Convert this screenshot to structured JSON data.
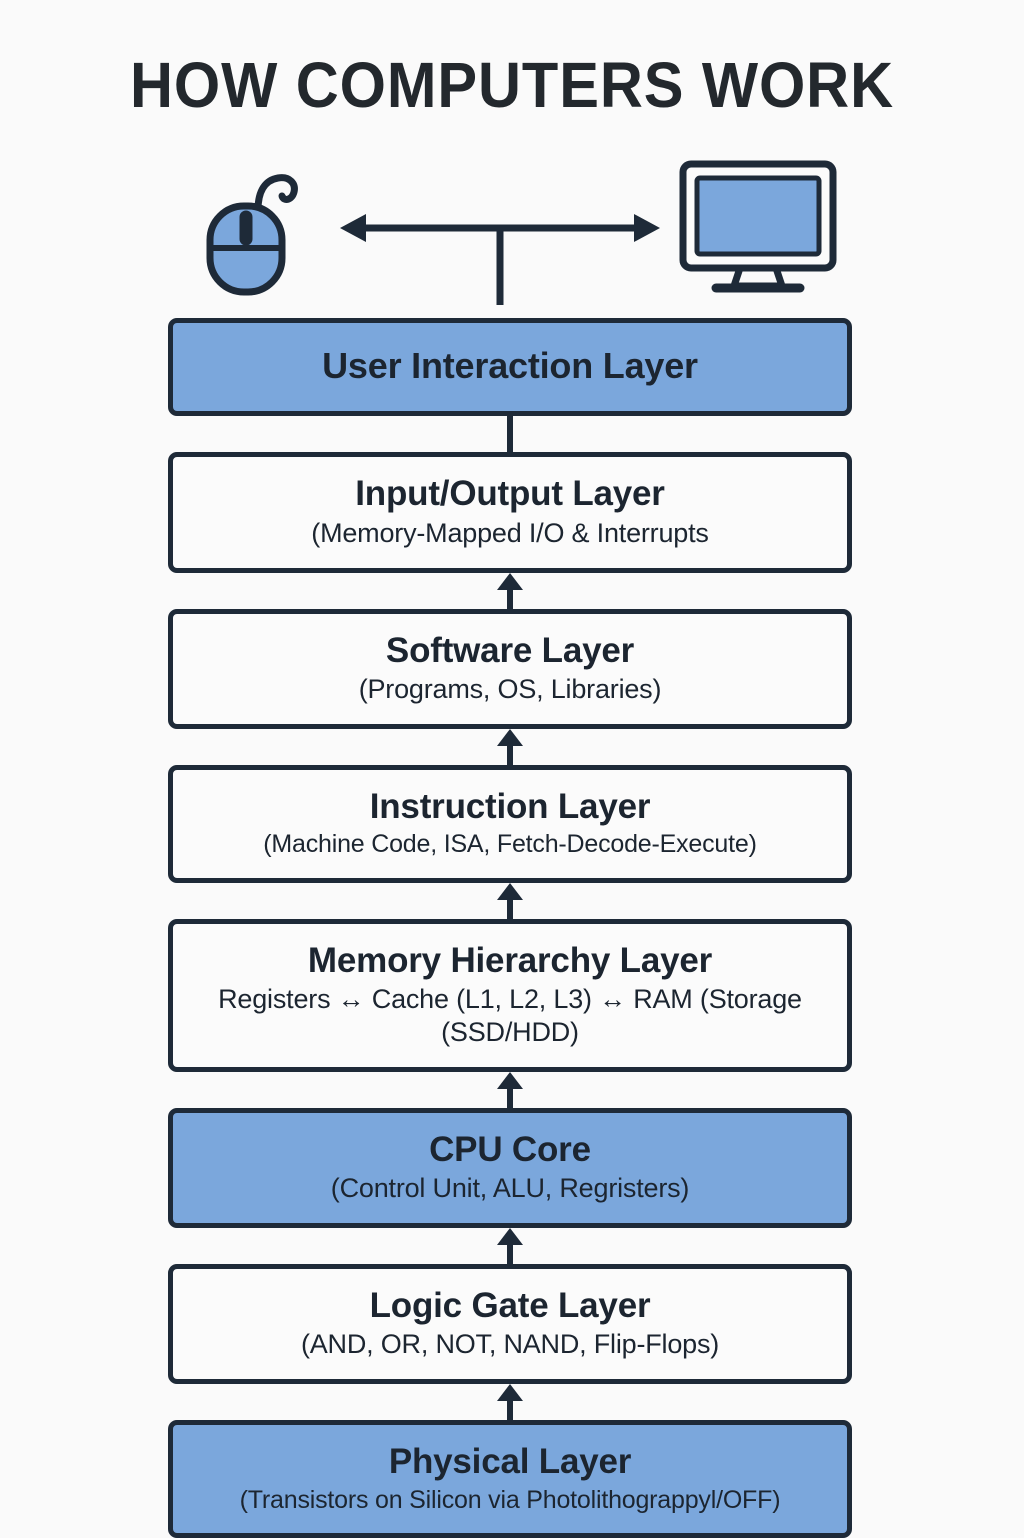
{
  "page": {
    "title": "HOW COMPUTERS WORK",
    "background_color": "#fafafa",
    "accent_color": "#7ba7dc",
    "line_color": "#1e2a38"
  },
  "icons": {
    "mouse": "computer-mouse-icon",
    "monitor": "computer-monitor-icon",
    "connector": "double-headed-arrow-icon"
  },
  "chart_data": {
    "type": "diagram",
    "title": "HOW COMPUTERS WORK",
    "orientation": "vertical-stack-bottom-up",
    "layer_count": 8,
    "layers": [
      {
        "index": 0,
        "title": "User Interaction Layer",
        "subtitle": "",
        "filled": true,
        "connector_below": "line"
      },
      {
        "index": 1,
        "title": "Input/Output Layer",
        "subtitle": "(Memory-Mapped I/O & Interrupts",
        "filled": false,
        "connector_below": "arrow-up"
      },
      {
        "index": 2,
        "title": "Software Layer",
        "subtitle": "(Programs, OS, Libraries)",
        "filled": false,
        "connector_below": "arrow-up"
      },
      {
        "index": 3,
        "title": "Instruction Layer",
        "subtitle": "(Machine Code, ISA, Fetch-Decode-Execute)",
        "filled": false,
        "connector_below": "arrow-up"
      },
      {
        "index": 4,
        "title": "Memory Hierarchy Layer",
        "subtitle": "Registers ↔ Cache (L1, L2, L3) ↔ RAM (Storage (SSD/HDD)",
        "filled": false,
        "connector_below": "arrow-up"
      },
      {
        "index": 5,
        "title": "CPU Core",
        "subtitle": "(Control Unit, ALU, Regristers)",
        "filled": true,
        "connector_below": "arrow-up"
      },
      {
        "index": 6,
        "title": "Logic Gate Layer",
        "subtitle": "(AND, OR, NOT, NAND, Flip-Flops)",
        "filled": false,
        "connector_below": "arrow-up"
      },
      {
        "index": 7,
        "title": "Physical Layer",
        "subtitle": "(Transistors on Silicon via Photolithograppyl/OFF)",
        "filled": true,
        "connector_below": "none"
      }
    ]
  }
}
